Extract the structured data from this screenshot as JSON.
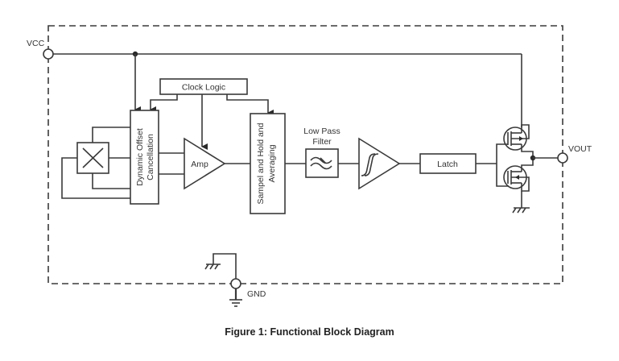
{
  "figure": {
    "caption": "Figure 1: Functional Block Diagram"
  },
  "pins": {
    "vcc": "VCC",
    "vout": "VOUT",
    "gnd": "GND"
  },
  "blocks": {
    "clock_logic": "Clock Logic",
    "doc_line1": "Dynamic Offset",
    "doc_line2": "Cancellation",
    "amp": "Amp",
    "sh_line1": "Sampel and Hold and",
    "sh_line2": "Averaging",
    "lpf_line1": "Low Pass",
    "lpf_line2": "Filter",
    "latch": "Latch"
  },
  "symbols": {
    "hall_element": "hall-plate-x-icon",
    "lpf": "low-pass-wave-icon",
    "schmitt": "schmitt-trigger-icon",
    "pmos": "pmos-transistor-icon",
    "nmos": "nmos-transistor-icon",
    "ground": "ground-icon"
  },
  "colors": {
    "line": "#3a3a3a",
    "text": "#333333"
  }
}
